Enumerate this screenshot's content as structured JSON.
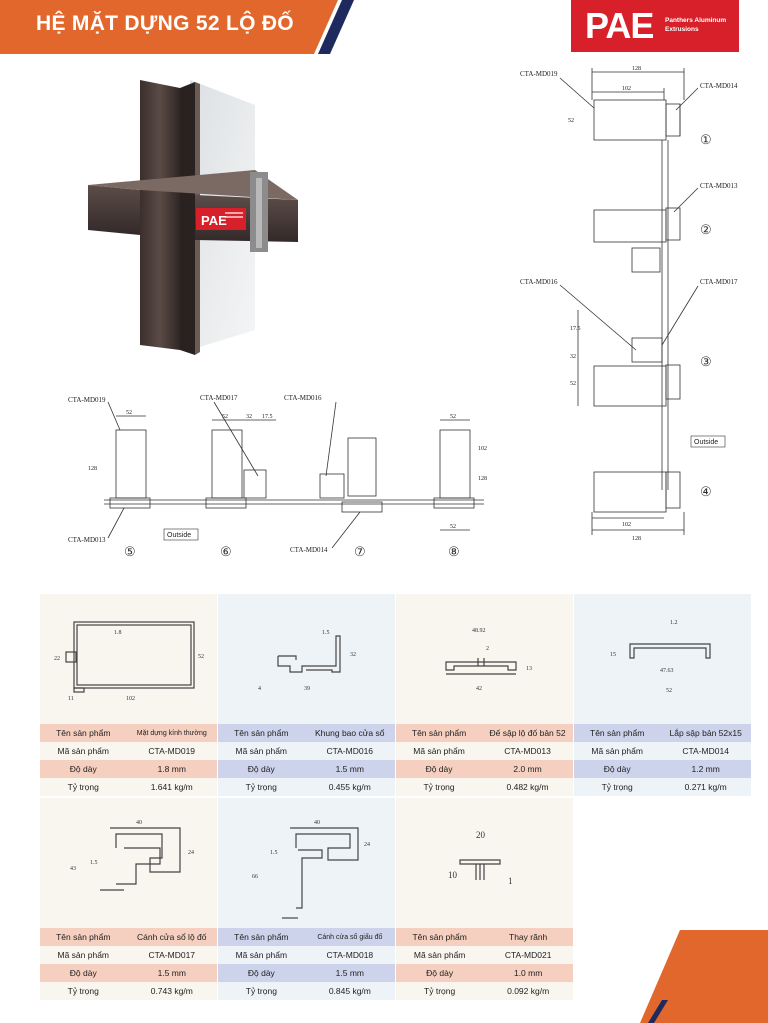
{
  "header": {
    "title": "HỆ MẶT DỰNG 52 LỘ ĐỐ",
    "band_color": "#e2672c",
    "stripe_color": "#1e2a5e"
  },
  "logo": {
    "mark": "PAE",
    "line1": "Panthers Aluminum",
    "line2": "Extrusions",
    "color": "#d8202a"
  },
  "product_photo": {
    "badge": "PAE"
  },
  "section_drawing": {
    "labels": [
      "CTA-MD019",
      "CTA-MD014",
      "CTA-MD013",
      "CTA-MD016",
      "CTA-MD017"
    ],
    "dims": [
      "128",
      "102",
      "52",
      "17.5",
      "32",
      "52",
      "102",
      "128"
    ],
    "outside": "Outside",
    "markers": [
      "①",
      "②",
      "③",
      "④"
    ]
  },
  "plan_drawing": {
    "labels": [
      "CTA-MD019",
      "CTA-MD017",
      "CTA-MD016",
      "CTA-MD013",
      "CTA-MD014"
    ],
    "dims": [
      "52",
      "128",
      "52",
      "32",
      "17.5",
      "52",
      "102",
      "128",
      "52"
    ],
    "outside": "Outside",
    "markers": [
      "⑤",
      "⑥",
      "⑦",
      "⑧"
    ]
  },
  "table_keys": {
    "name": "Tên sản phẩm",
    "code": "Mã sản phẩm",
    "thickness": "Độ dày",
    "density": "Tỷ trọng"
  },
  "products": [
    {
      "name": "Mặt dựng kính thường",
      "code": "CTA-MD019",
      "thickness": "1.8 mm",
      "density": "1.641 kg/m",
      "dims": [
        "1.8",
        "22",
        "52",
        "11",
        "102"
      ]
    },
    {
      "name": "Khung bao cửa sổ",
      "code": "CTA-MD016",
      "thickness": "1.5 mm",
      "density": "0.455 kg/m",
      "dims": [
        "1.5",
        "32",
        "4",
        "39"
      ]
    },
    {
      "name": "Đế sập lộ đố bản 52",
      "code": "CTA-MD013",
      "thickness": "2.0 mm",
      "density": "0.482 kg/m",
      "dims": [
        "48.92",
        "2",
        "13",
        "42"
      ]
    },
    {
      "name": "Lắp sập bản 52x15",
      "code": "CTA-MD014",
      "thickness": "1.2 mm",
      "density": "0.271 kg/m",
      "dims": [
        "1.2",
        "15",
        "47.63",
        "52"
      ]
    },
    {
      "name": "Cánh cửa sổ lộ đố",
      "code": "CTA-MD017",
      "thickness": "1.5 mm",
      "density": "0.743 kg/m",
      "dims": [
        "40",
        "1.5",
        "24",
        "43"
      ]
    },
    {
      "name": "Cánh cửa sổ giấu đố",
      "code": "CTA-MD018",
      "thickness": "1.5 mm",
      "density": "0.845 kg/m",
      "dims": [
        "40",
        "1.5",
        "24",
        "66"
      ]
    },
    {
      "name": "Thay rãnh",
      "code": "CTA-MD021",
      "thickness": "1.0 mm",
      "density": "0.092 kg/m",
      "dims": [
        "20",
        "10",
        "1"
      ]
    }
  ]
}
